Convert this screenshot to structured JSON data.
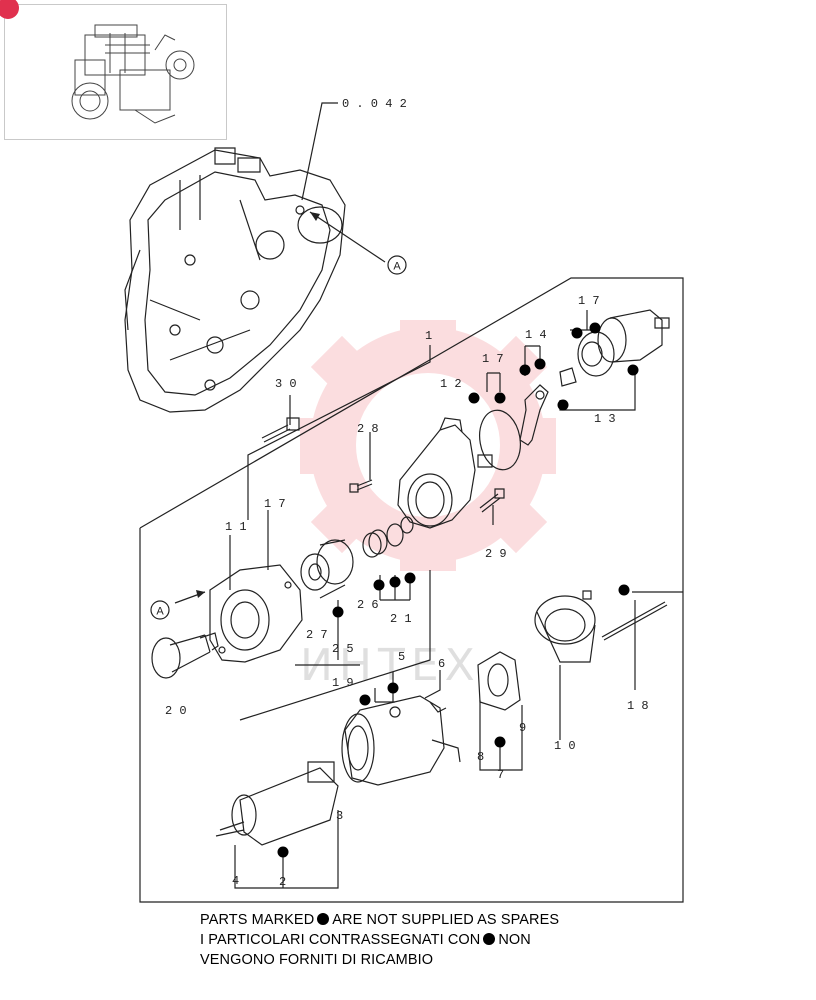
{
  "reference": "0 . 0 4 2",
  "callout_letter": "A",
  "labels": {
    "l1": "1",
    "l2": "2",
    "l3": "3",
    "l4": "4",
    "l5": "5",
    "l6": "6",
    "l7": "7",
    "l8": "8",
    "l9": "9",
    "l10": "1 0",
    "l11": "1 1",
    "l12": "1 2",
    "l13": "1 3",
    "l14": "1 4",
    "l17a": "1 7",
    "l17b": "1 7",
    "l17c": "1 7",
    "l18": "1 8",
    "l19": "1 9",
    "l20": "2 0",
    "l21": "2 1",
    "l25": "2 5",
    "l26": "2 6",
    "l27": "2 7",
    "l28": "2 8",
    "l29": "2 9",
    "l30": "3 0"
  },
  "watermark": "ИНТЕХ",
  "colors": {
    "line": "#222222",
    "watermark": "#e8323c",
    "badge": "#e0314e"
  },
  "note": {
    "line1_a": "PARTS MARKED",
    "line1_b": "ARE NOT SUPPLIED AS SPARES",
    "line2_a": "I  PARTICOLARI  CONTRASSEGNATI  CON",
    "line2_b": "NON",
    "line3": "VENGONO FORNITI DI RICAMBIO"
  }
}
